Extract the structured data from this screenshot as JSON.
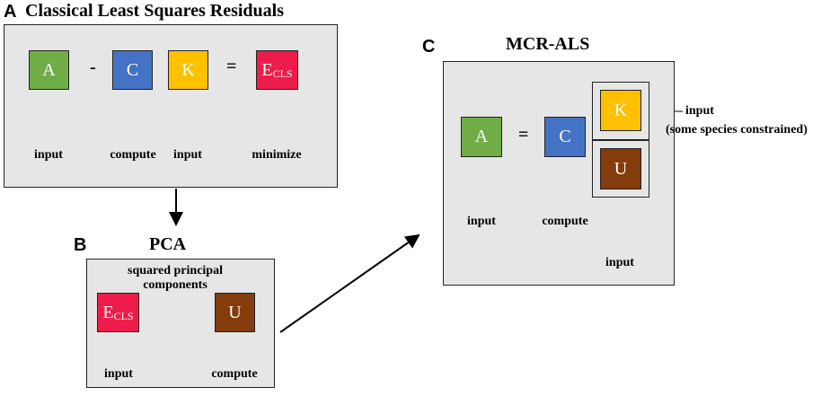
{
  "colors": {
    "a": "#70ad47",
    "c": "#4472c4",
    "k": "#ffc000",
    "e": "#ed1c4a",
    "u": "#843c0c"
  },
  "panelA": {
    "letter": "A",
    "title": "Classical Least Squares Residuals",
    "box_a": "A",
    "op_minus": "-",
    "box_c": "C",
    "box_k": "K",
    "op_eq": "=",
    "box_e": "E",
    "box_e_sub": "CLS",
    "label_input1": "input",
    "label_compute": "compute",
    "label_input2": "input",
    "label_minimize": "minimize"
  },
  "panelB": {
    "letter": "B",
    "title": "PCA",
    "caption_line1": "squared principal",
    "caption_line2": "components",
    "box_e": "E",
    "box_e_sub": "CLS",
    "box_u": "U",
    "label_input": "input",
    "label_compute": "compute"
  },
  "panelC": {
    "letter": "C",
    "title": "MCR-ALS",
    "box_a": "A",
    "op_eq": "=",
    "box_c": "C",
    "box_k": "K",
    "box_u": "U",
    "label_input_a": "input",
    "label_compute": "compute",
    "label_input_u": "input",
    "side_line1": "input",
    "side_line2": "(some species constrained)"
  }
}
